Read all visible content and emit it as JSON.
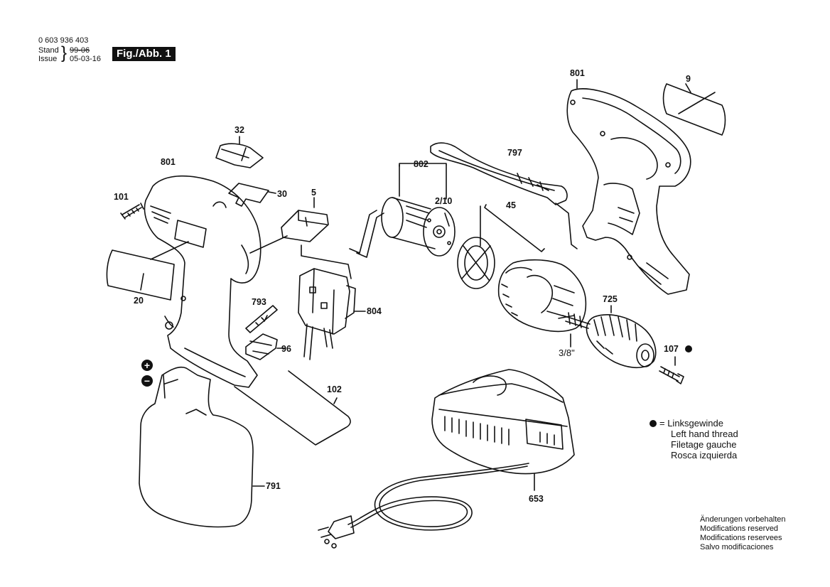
{
  "header": {
    "part_number": "0 603 936 403",
    "stand_label": "Stand",
    "issue_label": "Issue",
    "old_date": "99-06",
    "new_date": "05-03-16",
    "figure_badge": "Fig./Abb. 1"
  },
  "callouts": {
    "c801_left": "801",
    "c801_right": "801",
    "c9": "9",
    "c32": "32",
    "c30": "30",
    "c5": "5",
    "c101": "101",
    "c20": "20",
    "c793": "793",
    "c804": "804",
    "c96": "96",
    "c102": "102",
    "c791": "791",
    "c802": "802",
    "c2_10": "2/10",
    "c45": "45",
    "c797": "797",
    "c725": "725",
    "c107": "107",
    "c3_8": "3/8\"",
    "c653": "653"
  },
  "battery_signs": {
    "plus": "+",
    "minus": "−"
  },
  "legend": {
    "symbol_eq": "= Linksgewinde",
    "en": "Left hand thread",
    "fr": "Filetage gauche",
    "es": "Rosca izquierda"
  },
  "notes": {
    "de": "Änderungen vorbehalten",
    "en": "Modifications reserved",
    "fr": "Modifications reservees",
    "es": "Salvo modificaciones"
  }
}
